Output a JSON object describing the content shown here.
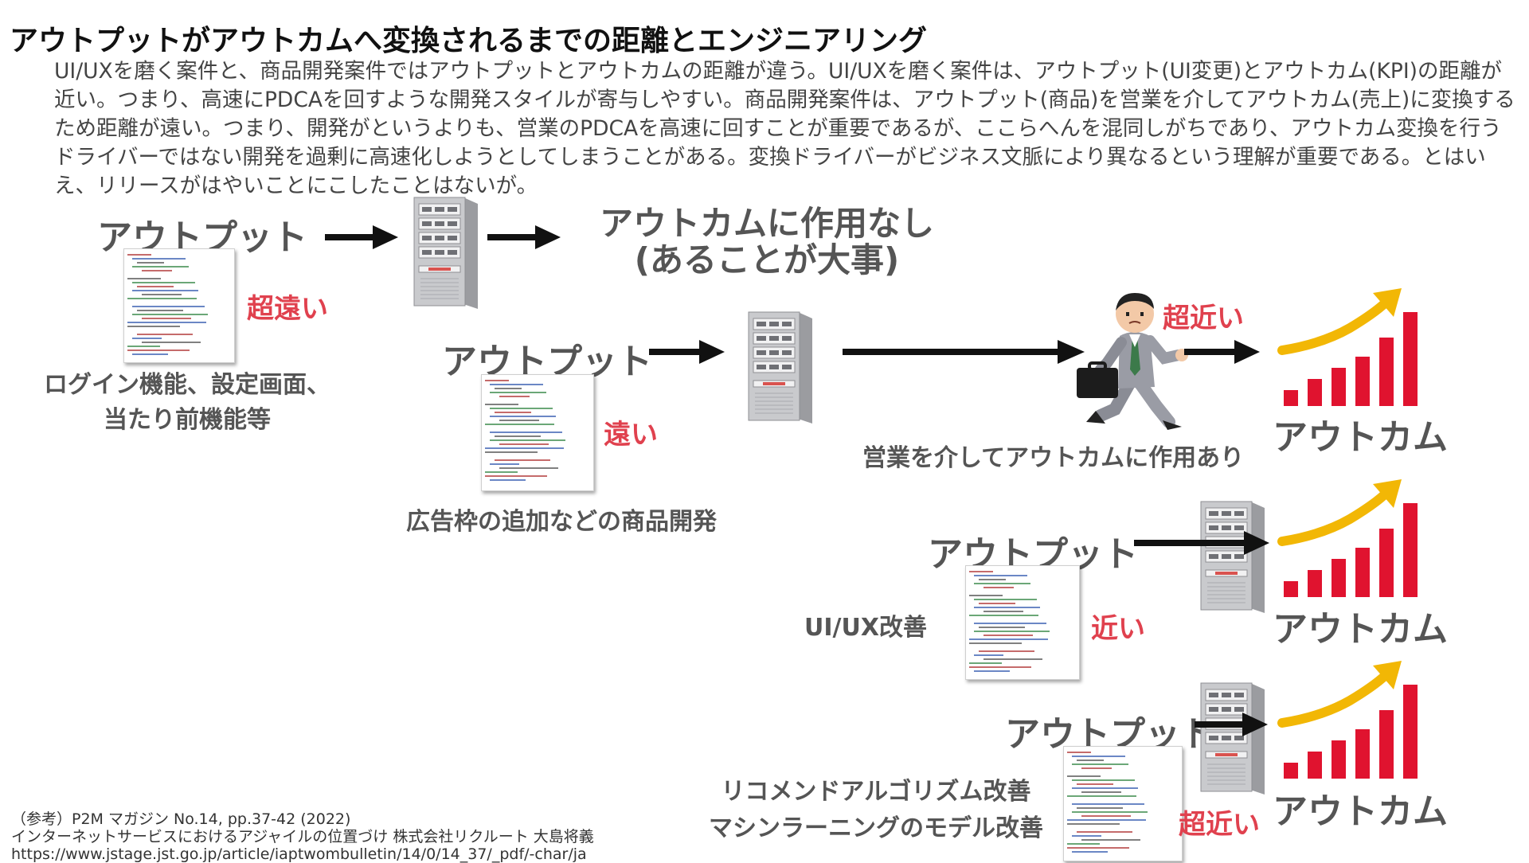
{
  "title": "アウトプットがアウトカムへ変換されるまでの距離とエンジニアリング",
  "description": "UI/UXを磨く案件と、商品開発案件ではアウトプットとアウトカムの距離が違う。UI/UXを磨く案件は、アウトプット(UI変更)とアウトカム(KPI)の距離が近い。つまり、高速にPDCAを回すような開発スタイルが寄与しやすい。商品開発案件は、アウトプット(商品)を営業を介してアウトカム(売上)に変換するため距離が遠い。つまり、開発がというよりも、営業のPDCAを高速に回すことが重要であるが、ここらへんを混同しがちであり、アウトカム変換を行うドライバーではない開発を過剰に高速化しようとしてしまうことがある。変換ドライバーがビジネス文脈により異なるという理解が重要である。とはいえ、リリースがはやいことにこしたことはないが。",
  "row1": {
    "output_label": "アウトプット",
    "distance": "超遠い",
    "caption_line1": "ログイン機能、設定画面、",
    "caption_line2": "当たり前機能等",
    "result_line1": "アウトカムに作用なし",
    "result_line2": "(あることが大事)"
  },
  "row2": {
    "output_label": "アウトプット",
    "distance": "遠い",
    "caption": "広告枠の追加などの商品開発",
    "distance_right": "超近い",
    "sales_caption": "営業を介してアウトカムに作用あり",
    "outcome_label": "アウトカム"
  },
  "row3": {
    "output_label": "アウトプット",
    "caption": "UI/UX改善",
    "distance": "近い",
    "outcome_label": "アウトカム"
  },
  "row4": {
    "output_label": "アウトプット",
    "caption_line1": "リコメンドアルゴリズム改善",
    "caption_line2": "マシンラーニングのモデル改善",
    "distance": "超近い",
    "outcome_label": "アウトカム"
  },
  "reference": {
    "line1": "（参考）P2M マガジン No.14, pp.37-42 (2022)",
    "line2": "インターネットサービスにおけるアジャイルの位置づけ 株式会社リクルート 大島将義",
    "line3": "https://www.jstage.jst.go.jp/article/iaptwombulletin/14/0/14_37/_pdf/-char/ja"
  },
  "colors": {
    "accent_red": "#e0414e",
    "bar_red": "#e0132f",
    "arrow_yellow": "#f2b705",
    "arrow_black": "#111111",
    "label_gray": "#555555"
  },
  "icons": [
    "server-icon",
    "code-document-icon",
    "growth-chart-icon",
    "businessman-running-icon",
    "arrow-right-icon"
  ]
}
